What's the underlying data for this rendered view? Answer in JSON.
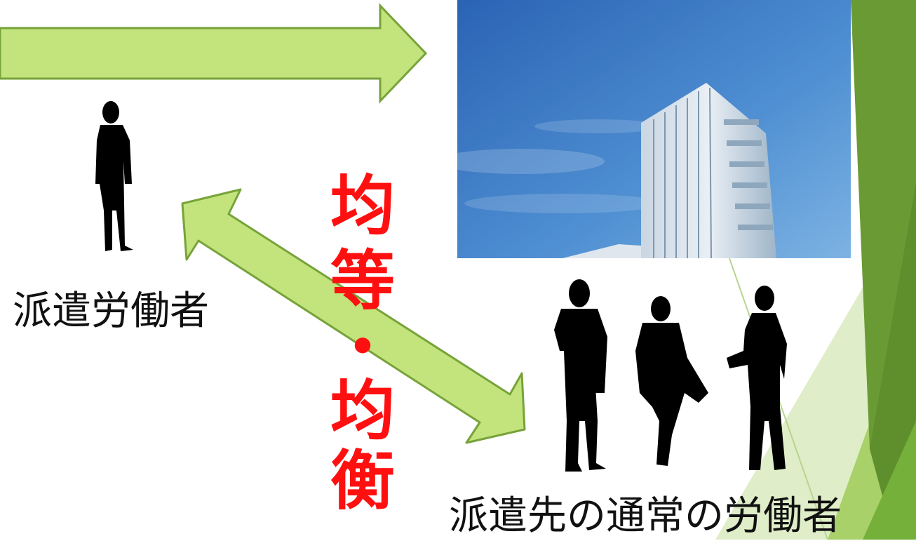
{
  "labels": {
    "dispatched_worker": "派遣労働者",
    "client_regular_workers": "派遣先の通常の労働者"
  },
  "vertical_text": {
    "chars": [
      "均",
      "等",
      "・",
      "均",
      "衡"
    ]
  },
  "colors": {
    "arrow_fill": "#c3e37d",
    "arrow_stroke": "#77a33a",
    "emphasis_text": "#ff1010",
    "sky_top": "#2a63b4",
    "sky_bottom": "#6aa6dc",
    "deco_dark": "#6a9a34",
    "deco_mid": "#8fc14f",
    "deco_light": "#c7e29a"
  },
  "icons": {
    "single_person": "standing-man-silhouette-icon",
    "group_people": "three-businesspeople-silhouette-icon",
    "building_photo": "office-tower-under-blue-sky"
  }
}
